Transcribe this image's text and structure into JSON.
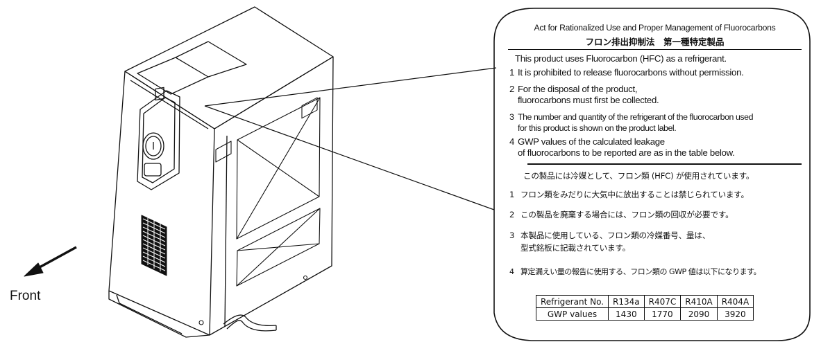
{
  "front_label": "Front",
  "label": {
    "header_en": "Act for Rationalized Use and Proper Management of Fluorocarbons",
    "header_jp": "フロン排出抑制法　第一種特定製品",
    "en": {
      "intro": "This product uses Fluorocarbon (HFC) as a refrigerant.",
      "items": [
        {
          "num": "1",
          "lines": [
            "It is prohibited to release fluorocarbons without permission."
          ]
        },
        {
          "num": "2",
          "lines": [
            "For the disposal of the product,",
            "fluorocarbons must first be collected."
          ]
        },
        {
          "num": "3",
          "lines": [
            "The number and quantity of the refrigerant of the fluorocarbon used",
            "for this product is shown on the product label."
          ]
        },
        {
          "num": "4",
          "lines": [
            "GWP values of the calculated leakage",
            "of fluorocarbons to be reported are as in the table below."
          ]
        }
      ]
    },
    "jp": {
      "intro": "この製品には冷媒として、フロン類 (HFC) が使用されています。",
      "items": [
        {
          "num": "1",
          "lines": [
            "フロン類をみだりに大気中に放出することは禁じられています。"
          ]
        },
        {
          "num": "2",
          "lines": [
            "この製品を廃棄する場合には、フロン類の回収が必要です。"
          ]
        },
        {
          "num": "3",
          "lines": [
            "本製品に使用している、フロン類の冷媒番号、量は、",
            "型式銘板に記載されています。"
          ]
        },
        {
          "num": "4",
          "lines": [
            "算定漏えい量の報告に使用する、フロン類の GWP 値は以下になります。"
          ]
        }
      ]
    },
    "table": {
      "header": [
        "Refrigerant No.",
        "R134a",
        "R407C",
        "R410A",
        "R404A"
      ],
      "row": [
        "GWP values",
        "1430",
        "1770",
        "2090",
        "3920"
      ]
    }
  }
}
